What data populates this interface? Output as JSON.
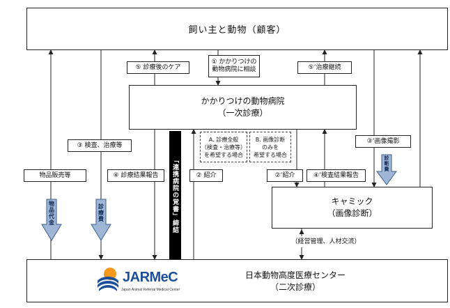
{
  "nodes": {
    "owner": "飼い主と動物（顧客）",
    "clinic_line1": "かかりつけの動物病院",
    "clinic_line2": "（一次診療）",
    "camic_line1": "キャミック",
    "camic_line2": "（画像診断）",
    "jarmec_line1": "日本動物高度医療センター",
    "jarmec_line2": "（二次診療）"
  },
  "labels": {
    "s1_line1": "① かかりつけの",
    "s1_line2": "動物病院に相談",
    "s5": "⑤ 診療後のケア",
    "s5p": "⑤’治療継続",
    "s3": "③ 検査、治療等",
    "s3p": "③’画像撮影",
    "goods": "物品販売等",
    "s4": "④ 診療結果報告",
    "s2": "② 紹介",
    "s2p": "②’紹介",
    "s4p": "④’検査結果報告",
    "mgmt": "（経営管理、人材交流）"
  },
  "options": {
    "a_line1": "A. 診療全般",
    "a_line2": "（検査・治療等）",
    "a_line3": "を希望する場合",
    "b_line1": "B. 画像診断",
    "b_line2": "のみを",
    "b_line3": "希望する場合"
  },
  "arrows": {
    "goods_fee": "物品代金",
    "medical_fee": "診療費",
    "diagnosis_fee": "診断費"
  },
  "black_bar": "「連携病院の覚書」締結",
  "logo": {
    "name": "JARMeC",
    "sub": "Japan Animal Referral Medical Center"
  },
  "colors": {
    "arrow_fill": "#9fb6d6",
    "arrow_stroke": "#3d5f8e",
    "black_bar": "#000000",
    "logo_blue": "#1b4f9c",
    "logo_orange": "#f39a1e"
  }
}
